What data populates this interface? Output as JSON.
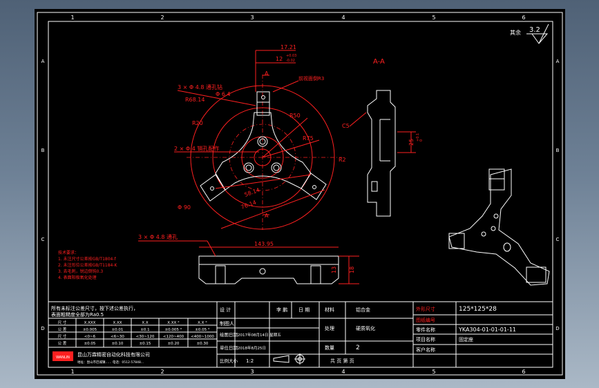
{
  "zone_numbers": [
    "1",
    "2",
    "3",
    "4",
    "5",
    "6"
  ],
  "zone_letters": [
    "A",
    "B",
    "C",
    "D"
  ],
  "roughness": {
    "label": "其余",
    "value": "3.2"
  },
  "dims": {
    "d1": "17.21",
    "d2": "12",
    "d3": "+0.03",
    "d4": "-0.02",
    "section_mark": "A",
    "holes1": "3 × Φ  4.8 通孔钻",
    "holes1b": "Φ 6.4",
    "r6814": "R68.14",
    "r20": "R20",
    "r50": "R50",
    "r75": "R75",
    "r2": "R2",
    "holes2": "2 × Φ  4 销孔配作",
    "s5814": "58.14",
    "s7614": "76.14",
    "phi90": "Φ 90",
    "note_top": "前视面倒R3",
    "holes3": "3 × Φ  4.8 通孔",
    "w14395": "143.95",
    "h13": "13",
    "h18": "18",
    "c5": "C5",
    "h25": "25",
    "t1": "+0.1",
    "t2": "0"
  },
  "section_title": "A-A",
  "notes": [
    "技术要求：",
    "1. 未注尺寸公差按GB/T1804-f",
    "2. 未注形位公差按GB/T1184-K",
    "3. 去毛刺，锐边倒钝0.3",
    "4. 表面阳极氧化处理"
  ],
  "tolerance_table": {
    "intro1": "所有未标注公差尺寸，按下述公差执行，",
    "intro2": "表面粗糙度全部为Ra0.5",
    "headers": [
      "尺 寸",
      "X.XXX",
      "X.XX",
      "X.X",
      "X.XX °",
      "X.X °"
    ],
    "rows": [
      [
        "公 差",
        "±0.005",
        "±0.01",
        "±0.1",
        "±0.005 °",
        "±0.05 °"
      ],
      [
        "尺 寸",
        "<0~6",
        "<6~30",
        "<30~120",
        "<120~400",
        "<400~1000"
      ],
      [
        "公 差",
        "±0.05",
        "±0.10",
        "±0.15",
        "±0.20",
        "±0.30"
      ]
    ],
    "company": "昆山万霖精密自动化科技有限公司",
    "address": "地址：昆山市巴城镇……    电话：0512-57848...",
    "logo": "WANLIN"
  },
  "title_block": {
    "design_label": "设 计",
    "design_name": "李 鹏",
    "date_label": "日 期",
    "modeler_label": "制图人",
    "time_label": "绘图日期",
    "time_value": "2017年08月14日 星期五",
    "unit_label": "单位日期",
    "unit_value": "2018年8月25日",
    "scale_label": "比例大小",
    "scale_value": "1:2",
    "material_label": "材料",
    "material_value": "铝合金",
    "surface_label": "处理",
    "surface_value": "硬质氧化",
    "qty_label": "数量",
    "qty_value": "2",
    "page_label": "共 页  第 页",
    "size_label": "外形尺寸",
    "size_value": "125*125*28",
    "drawing_no_label": "图纸编号",
    "drawing_no_value": "YKA304-01-01-01-11",
    "part_name_label": "零件名称",
    "part_name_value": "固定座",
    "project_label": "项目名称",
    "project_value": "",
    "customer_label": "客户名称",
    "customer_value": ""
  }
}
